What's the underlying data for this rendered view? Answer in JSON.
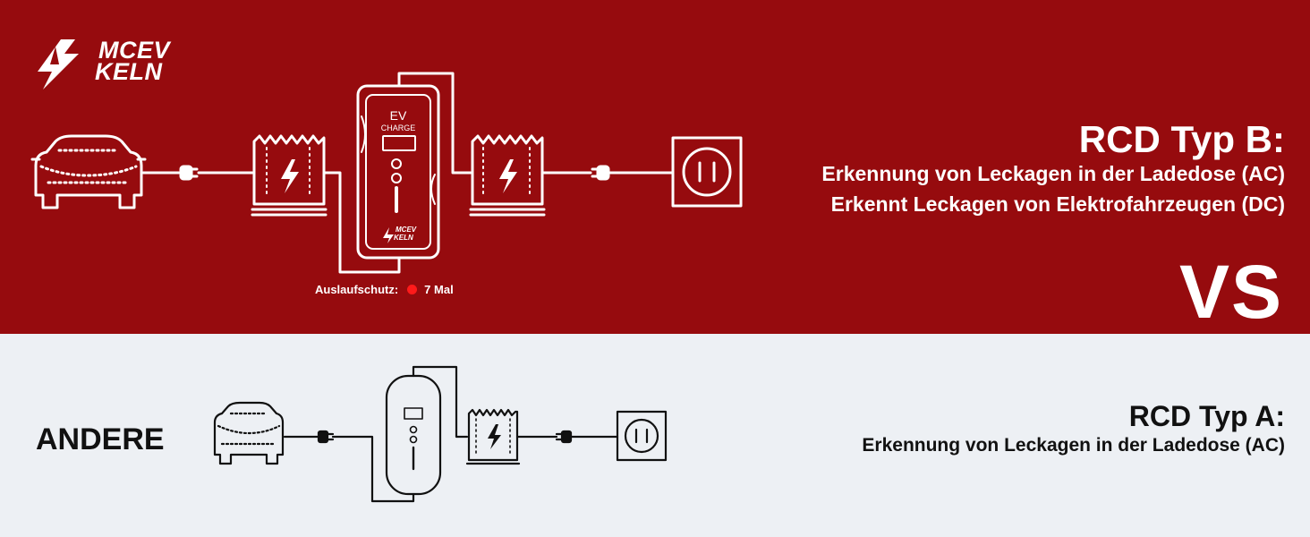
{
  "brand": {
    "line1": "MCEV",
    "line2": "KELN"
  },
  "top": {
    "title": "RCD Typ B:",
    "line1": "Erkennung von Leckagen in der Ladedose (AC)",
    "line2": "Erkennt Leckagen von Elektrofahrzeugen (DC)",
    "vs": "VS",
    "leak_label": "Auslaufschutz:",
    "leak_value": "7 Mal",
    "charger": {
      "label": "EV",
      "sublabel": "CHARGE",
      "brand1": "MCEV",
      "brand2": "KELN"
    }
  },
  "bottom": {
    "label": "ANDERE",
    "title": "RCD Typ A:",
    "line1": "Erkennung von Leckagen in der Ladedose (AC)"
  },
  "colors": {
    "top_bg": "#960b0e",
    "bottom_bg": "#edf0f4",
    "leak_dot": "#ff1a1a"
  }
}
